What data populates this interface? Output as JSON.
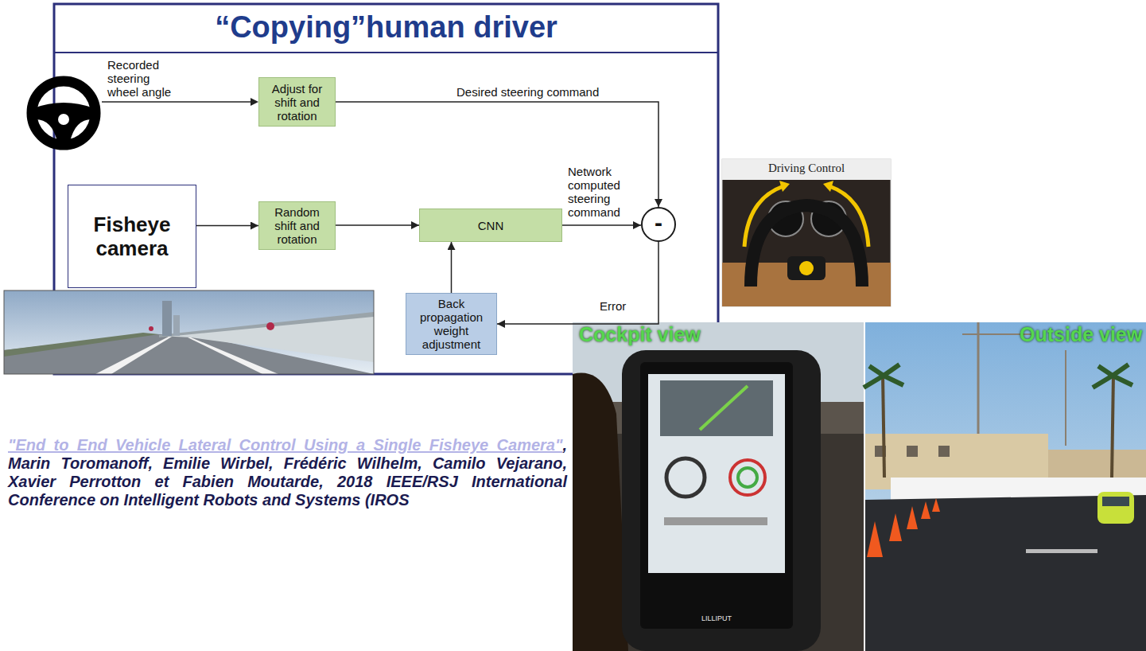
{
  "diagram": {
    "title": "“Copying”human driver",
    "nodes": [
      {
        "text": [
          "Adjust for shift and rotation"
        ]
      },
      {
        "text": [
          "Fisheye camera"
        ]
      },
      {
        "text": [
          "Random shift and rotation"
        ]
      },
      {
        "text": [
          "CNN"
        ]
      },
      {
        "text": [
          "-"
        ]
      },
      {
        "text": [
          "Back propagation weight adjustment"
        ]
      }
    ],
    "edges": [
      {
        "from": 0,
        "to": 4,
        "label": "Desired steering command",
        "arrow": "to"
      },
      {
        "from": 1,
        "to": 2,
        "arrow": "to"
      },
      {
        "from": 2,
        "to": 3,
        "arrow": "to"
      },
      {
        "from": 3,
        "to": 4,
        "label": "Network computed steering command",
        "arrow": "to"
      },
      {
        "from": 4,
        "to": 5,
        "label": "Error",
        "arrow": "to"
      },
      {
        "from": 5,
        "to": 3,
        "arrow": "to"
      }
    ],
    "labels": [
      "Recorded steering wheel angle",
      "Driving Control",
      "Cockpit view",
      "Outside view",
      "LILLIPUT",
      "\"End to End Vehicle Lateral Control Using a Single Fisheye Camera\"",
      ", Marin Toromanoff, Emilie Wirbel, Frédéric Wilhelm, Camilo Vejarano, Xavier Perrotton et Fabien Moutarde, 2018 IEEE/RSJ International Conference on Intelligent Robots and Systems (IROS"
    ]
  }
}
